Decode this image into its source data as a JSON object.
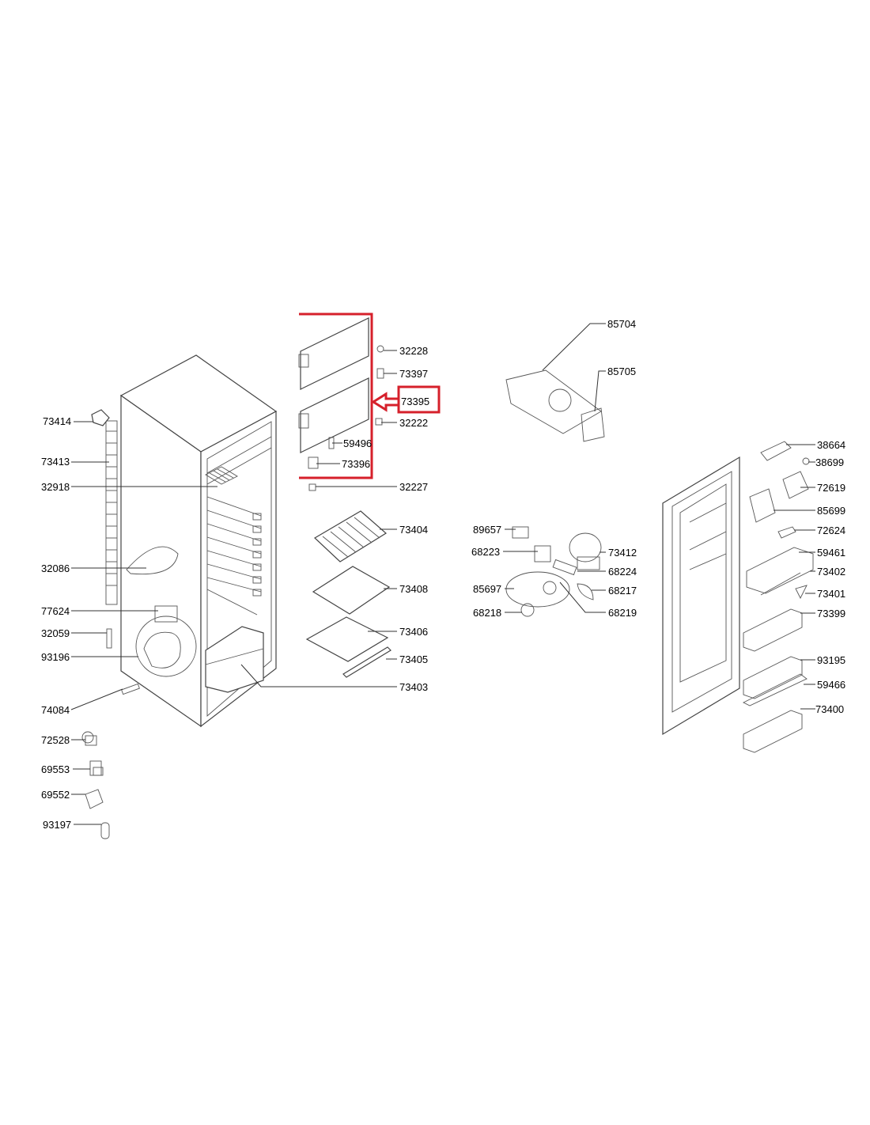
{
  "accent_color": "#d6202b",
  "parts": {
    "p73414": "73414",
    "p73413": "73413",
    "p32918": "32918",
    "p32086": "32086",
    "p77624": "77624",
    "p32059": "32059",
    "p93196": "93196",
    "p74084": "74084",
    "p72528": "72528",
    "p69553": "69553",
    "p69552": "69552",
    "p93197": "93197",
    "p32228": "32228",
    "p73397": "73397",
    "p73395": "73395",
    "p32222": "32222",
    "p59496": "59496",
    "p73396": "73396",
    "p32227": "32227",
    "p73404": "73404",
    "p73408": "73408",
    "p73406": "73406",
    "p73405": "73405",
    "p73403": "73403",
    "p85704": "85704",
    "p85705": "85705",
    "p89657": "89657",
    "p68223": "68223",
    "p73412": "73412",
    "p68224": "68224",
    "p85697": "85697",
    "p68217": "68217",
    "p68218": "68218",
    "p68219": "68219",
    "p38664": "38664",
    "p38699": "38699",
    "p72619": "72619",
    "p85699": "85699",
    "p72624": "72624",
    "p59461": "59461",
    "p73402": "73402",
    "p73401": "73401",
    "p73399": "73399",
    "p93195": "93195",
    "p59466": "59466",
    "p73400": "73400"
  }
}
